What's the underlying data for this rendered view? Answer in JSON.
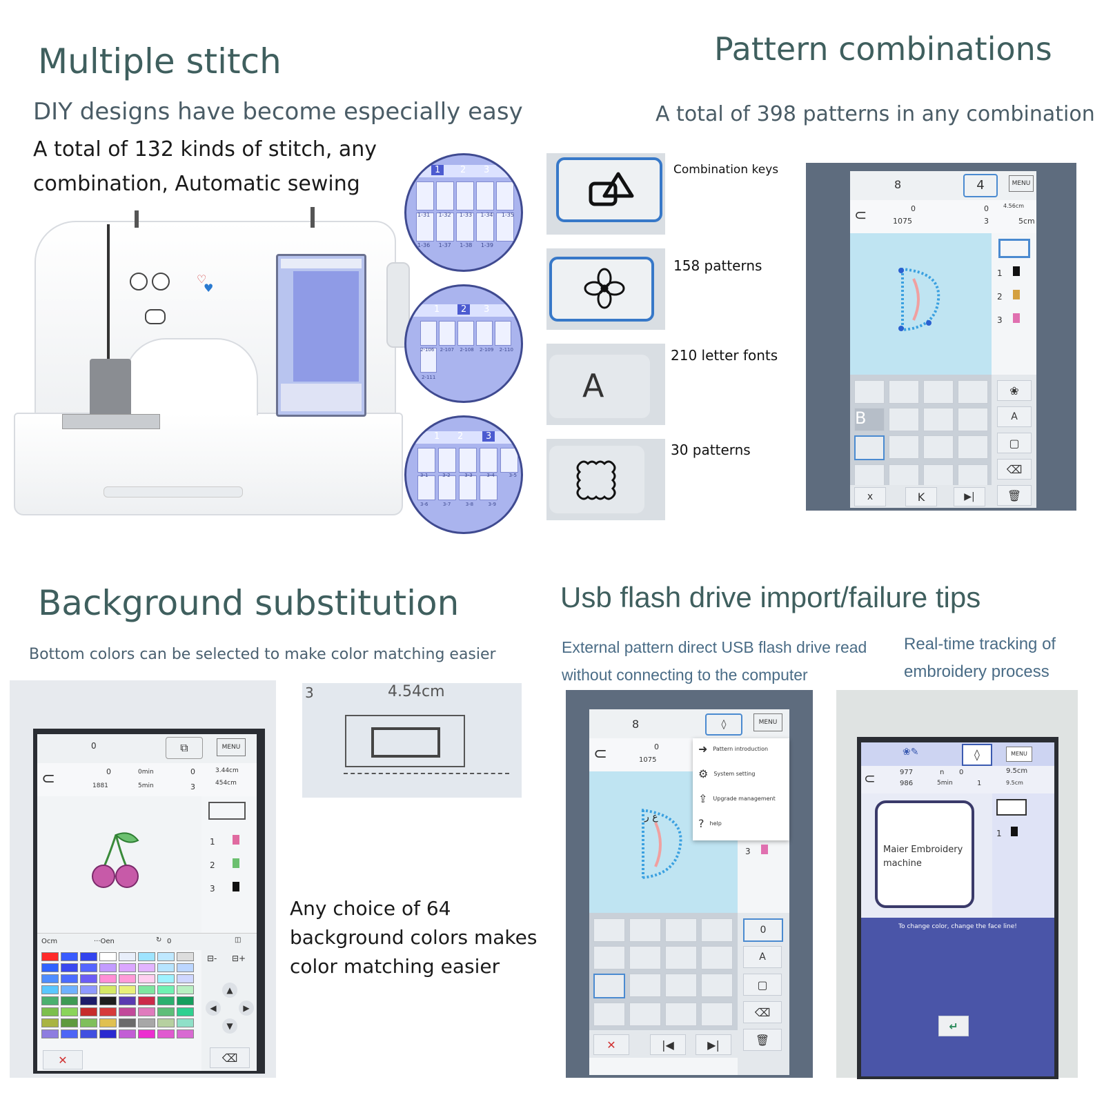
{
  "sections": {
    "stitch": {
      "title": "Multiple stitch",
      "subtitle": "DIY designs have become especially easy",
      "line1": "A total of 132 kinds of stitch, any",
      "line2": "combination, Automatic sewing",
      "circles": [
        {
          "tabs": [
            "1",
            "2",
            "3"
          ],
          "codes": [
            "1-31",
            "1-32",
            "1-33",
            "1-34",
            "1-35",
            "1-36",
            "1-37",
            "1-38",
            "1-39"
          ]
        },
        {
          "tabs": [
            "1",
            "2",
            "3"
          ],
          "codes": [
            "2-106",
            "2-107",
            "2-108",
            "2-109",
            "2-110",
            "2-111"
          ]
        },
        {
          "tabs": [
            "1",
            "2",
            "3"
          ],
          "codes": [
            "3-1",
            "3-2",
            "3-3",
            "3-4",
            "3-5",
            "3-6",
            "3-7",
            "3-8",
            "3-9"
          ]
        }
      ]
    },
    "patterns": {
      "title": "Pattern combinations",
      "subtitle": "A total of 398 patterns in any combination",
      "keys": [
        {
          "label": "Combination keys",
          "icon": "combination-icon"
        },
        {
          "label": "158 patterns",
          "icon": "flower-icon"
        },
        {
          "label": "210 letter fonts",
          "icon": "letter-icon",
          "glyph": "A"
        },
        {
          "label": "30 patterns",
          "icon": "frame-icon"
        }
      ],
      "panel": {
        "top_left": "8",
        "top_num": "4",
        "menu": "MENU",
        "stitch_val": "0",
        "stitch_count": "1075",
        "color_num": "0",
        "color_count": "3",
        "size_a": "4.56cm",
        "size_b": "5cm",
        "thread_rows": [
          "1",
          "2",
          "3"
        ],
        "letter_b": "B",
        "bottom_x": "x",
        "bottom_k": "K",
        "right_a": "A"
      }
    },
    "background": {
      "title": "Background substitution",
      "subtitle": "Bottom colors can be selected to make color matching easier",
      "zoom_num": "3",
      "zoom_size": "4.54cm",
      "caption": "Any choice of 64 background colors makes color matching easier",
      "panel": {
        "top_num": "0",
        "menu": "MENU",
        "stitch_val": "0",
        "stitch_count": "1881",
        "time_a": "0min",
        "time_b": "5min",
        "color_num": "0",
        "color_count": "3",
        "size_a": "3.44cm",
        "size_b": "454cm",
        "thread_rows": [
          "1",
          "2",
          "3"
        ],
        "ocm": "Ocm",
        "oen": "···Oen",
        "rotate_val": "0"
      },
      "palette": [
        [
          "#ff2b2b",
          "#3a5cff",
          "#3344ee",
          "#ffffff",
          "#e8eefa",
          "#9fe4ff",
          "#bfe8ff",
          "#dddddd"
        ],
        [
          "#2f63ff",
          "#3a48f0",
          "#5566ff",
          "#c39cff",
          "#dba7ff",
          "#e2b4ff",
          "#b7e4ff",
          "#bcd6ff"
        ],
        [
          "#4e8dff",
          "#4b6bff",
          "#6b5df5",
          "#ff8fd6",
          "#ff9bd8",
          "#ffcff0",
          "#9ff2ff",
          "#cfd7ff"
        ],
        [
          "#59c7ff",
          "#6fb1ff",
          "#8e99ff",
          "#d4e865",
          "#e8f07a",
          "#7de6a0",
          "#6ff2b3",
          "#b8f0c2"
        ],
        [
          "#4bb06f",
          "#3e9a54",
          "#1d1d6a",
          "#1e1e1e",
          "#5a3bb1",
          "#cc2a4a",
          "#2bb06f",
          "#159e5e"
        ],
        [
          "#7cbf4d",
          "#8ad45a",
          "#c62c2c",
          "#d63a3a",
          "#c24a9a",
          "#e07bbd",
          "#5fbe79",
          "#2fd090"
        ],
        [
          "#a9b442",
          "#5f9a3e",
          "#7fbf5a",
          "#e0c050",
          "#6b6b6b",
          "#a7a7a7",
          "#b6d0a0",
          "#8fe0c8"
        ],
        [
          "#8e7de0",
          "#4e66f5",
          "#4150e0",
          "#2a2ad0",
          "#c25ed5",
          "#ec2fd0",
          "#e05ad0",
          "#d86ad2"
        ]
      ]
    },
    "usb": {
      "title": "Usb flash drive import/failure tips",
      "left_text_1": "External pattern direct USB flash drive read",
      "left_text_2": "without connecting to the computer",
      "right_text_1": "Real-time tracking of",
      "right_text_2": "embroidery process",
      "panel_left": {
        "top_left": "8",
        "menu": "MENU",
        "stitch_val": "0",
        "stitch_count": "1075",
        "menu_items": [
          "Pattern introduction",
          "System setting",
          "Upgrade management",
          "help"
        ],
        "thread_row": "3",
        "right_zero": "0",
        "right_a": "A"
      },
      "panel_right": {
        "menu": "MENU",
        "stitch_a": "977",
        "stitch_b": "986",
        "time_a": "n",
        "time_b": "5min",
        "color_a": "0",
        "color_b": "1",
        "size_a": "9.5cm",
        "size_b": "9.5cm",
        "thread_row": "1",
        "machine_name": "Maier Embroidery machine",
        "notice": "To change color, change the face line!"
      }
    }
  },
  "colors": {
    "heading": "#3f5f5e",
    "lcd_sky": "#bfe4f2",
    "bezel": "#5e6c7e",
    "stitch_blue": "#aab4ee"
  }
}
